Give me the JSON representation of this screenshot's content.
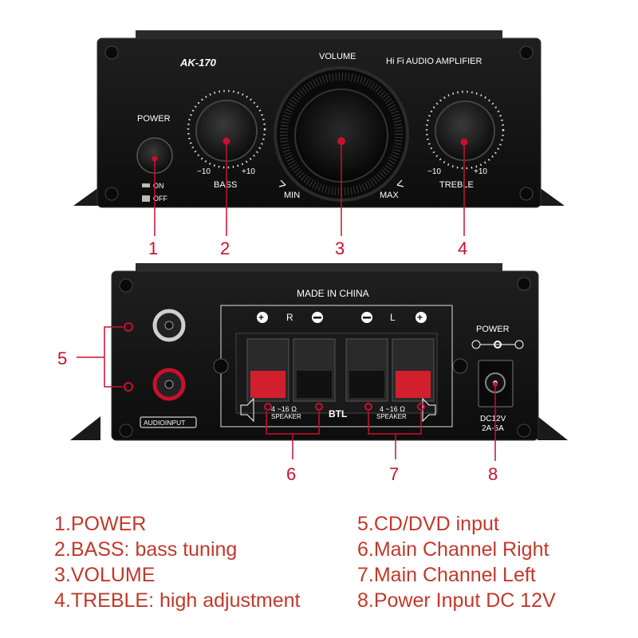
{
  "colors": {
    "accent": "#c8102e",
    "panel": "#151515",
    "legend_text": "#c0392b",
    "label_text": "#ffffff"
  },
  "front_panel": {
    "model": "AK-170",
    "title": "Hi Fi AUDIO AMPLIFIER",
    "power_label": "POWER",
    "on_label": "ON",
    "off_label": "OFF",
    "volume_label": "VOLUME",
    "volume_min": "MIN",
    "volume_max": "MAX",
    "bass": {
      "label": "BASS",
      "min": "−10",
      "max": "+10"
    },
    "treble": {
      "label": "TREBLE",
      "min": "−10",
      "max": "+10"
    }
  },
  "rear_panel": {
    "made_in": "MADE IN CHINA",
    "audio_input": "AUDIOINPUT",
    "power_label": "POWER",
    "dc_spec_line1": "DC12V",
    "dc_spec_line2": "2A-5A",
    "channel_right": "R",
    "channel_left": "L",
    "speaker_impedance": "4 ~16 Ω",
    "speaker_label": "SPEAKER",
    "btl_label": "BTL"
  },
  "callouts": [
    "1",
    "2",
    "3",
    "4",
    "5",
    "6",
    "7",
    "8"
  ],
  "legend": [
    "1.POWER",
    "2.BASS: bass tuning",
    "3.VOLUME",
    "4.TREBLE: high adjustment",
    "5.CD/DVD input",
    "6.Main Channel Right",
    "7.Main Channel Left",
    "8.Power Input DC 12V"
  ]
}
